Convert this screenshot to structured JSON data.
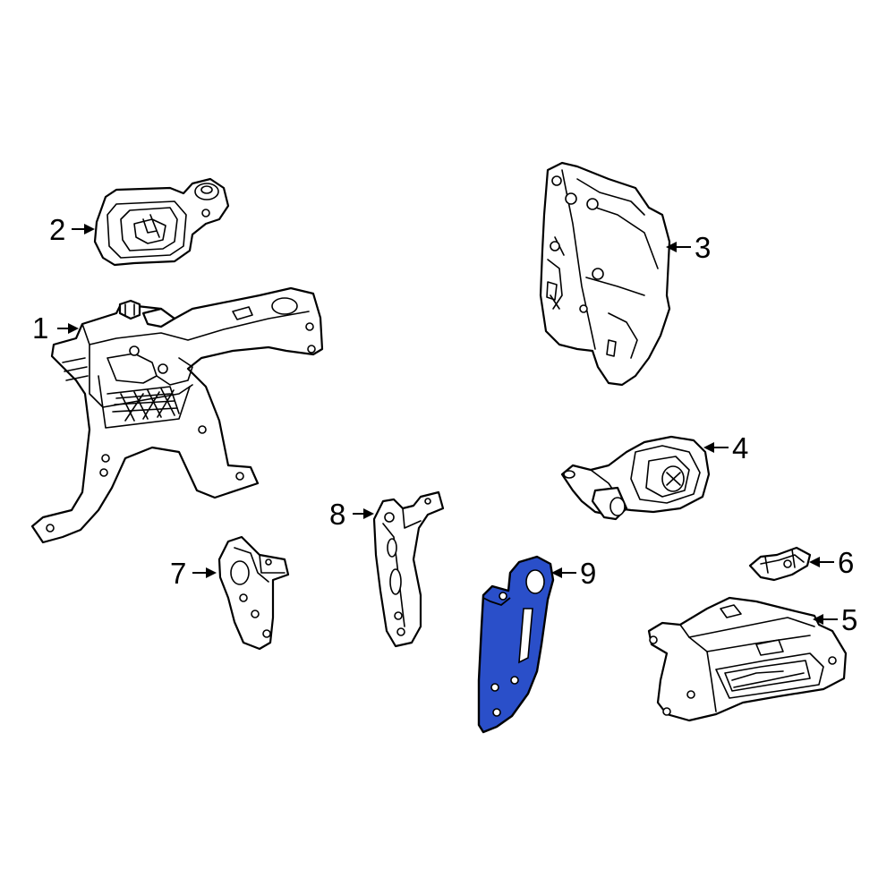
{
  "callouts": {
    "c1": "1",
    "c2": "2",
    "c3": "3",
    "c4": "4",
    "c5": "5",
    "c6": "6",
    "c7": "7",
    "c8": "8",
    "c9": "9"
  },
  "highlight": {
    "part": "9",
    "color": "#2a4fc9"
  }
}
